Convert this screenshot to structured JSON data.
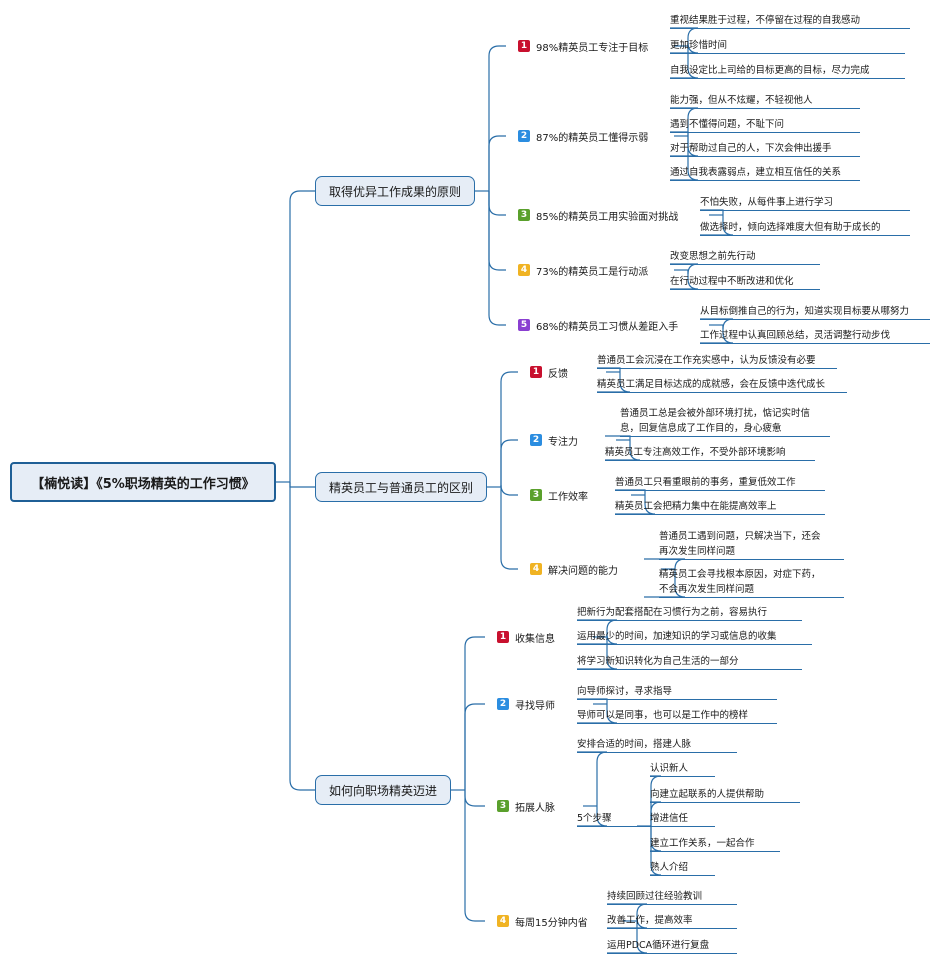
{
  "root": "【楠悦读】《5%职场精英的工作习惯》",
  "branches": [
    {
      "title": "取得优异工作成果的原则",
      "subs": [
        {
          "num": "1",
          "color": "#c8102e",
          "title": "98%精英员工专注于目标",
          "leaves": [
            "重视结果胜于过程，不停留在过程的自我感动",
            "更加珍惜时间",
            "自我设定比上司给的目标更高的目标，尽力完成"
          ]
        },
        {
          "num": "2",
          "color": "#2b8de0",
          "title": "87%的精英员工懂得示弱",
          "leaves": [
            "能力强，但从不炫耀，不轻视他人",
            "遇到不懂得问题，不耻下问",
            "对于帮助过自己的人，下次会伸出援手",
            "通过自我表露弱点，建立相互信任的关系"
          ]
        },
        {
          "num": "3",
          "color": "#5aa02c",
          "title": "85%的精英员工用实验面对挑战",
          "leaves": [
            "不怕失败，从每件事上进行学习",
            "做选择时，倾向选择难度大但有助于成长的"
          ]
        },
        {
          "num": "4",
          "color": "#f0b323",
          "title": "73%的精英员工是行动派",
          "leaves": [
            "改变思想之前先行动",
            "在行动过程中不断改进和优化"
          ]
        },
        {
          "num": "5",
          "color": "#8a3fd1",
          "title": "68%的精英员工习惯从差距入手",
          "leaves": [
            "从目标倒推自己的行为，知道实现目标要从哪努力",
            "工作过程中认真回顾总结，灵活调整行动步伐"
          ]
        }
      ]
    },
    {
      "title": "精英员工与普通员工的区别",
      "subs": [
        {
          "num": "1",
          "color": "#c8102e",
          "title": "反馈",
          "leaves": [
            "普通员工会沉浸在工作充实感中，认为反馈没有必要",
            "精英员工满足目标达成的成就感，会在反馈中迭代成长"
          ]
        },
        {
          "num": "2",
          "color": "#2b8de0",
          "title": "专注力",
          "leaves": [
            "普通员工总是会被外部环境打扰，惦记实时信",
            "息，回复信息成了工作目的，身心疲惫",
            "精英员工专注高效工作，不受外部环境影响"
          ]
        },
        {
          "num": "3",
          "color": "#5aa02c",
          "title": "工作效率",
          "leaves": [
            "普通员工只看重眼前的事务，重复低效工作",
            "精英员工会把精力集中在能提高效率上"
          ]
        },
        {
          "num": "4",
          "color": "#f0b323",
          "title": "解决问题的能力",
          "leaves": [
            "普通员工遇到问题，只解决当下，还会",
            "再次发生同样问题",
            "精英员工会寻找根本原因，对症下药，",
            "不会再次发生同样问题"
          ]
        }
      ]
    },
    {
      "title": "如何向职场精英迈进",
      "subs": [
        {
          "num": "1",
          "color": "#c8102e",
          "title": "收集信息",
          "leaves": [
            "把新行为配套搭配在习惯行为之前，容易执行",
            "运用最少的时间，加速知识的学习或信息的收集",
            "将学习新知识转化为自己生活的一部分"
          ]
        },
        {
          "num": "2",
          "color": "#2b8de0",
          "title": "寻找导师",
          "leaves": [
            "向导师探讨，寻求指导",
            "导师可以是同事，也可以是工作中的榜样"
          ]
        },
        {
          "num": "3",
          "color": "#5aa02c",
          "title": "拓展人脉",
          "leaves": [
            "安排合适的时间，搭建人脉",
            "5个步骤"
          ],
          "steps": [
            "认识新人",
            "向建立起联系的人提供帮助",
            "增进信任",
            "建立工作关系，一起合作",
            "熟人介绍"
          ]
        },
        {
          "num": "4",
          "color": "#f0b323",
          "title": "每周15分钟内省",
          "leaves": [
            "持续回顾过往经验教训",
            "改善工作，提高效率",
            "运用PDCA循环进行复盘"
          ]
        }
      ]
    }
  ]
}
